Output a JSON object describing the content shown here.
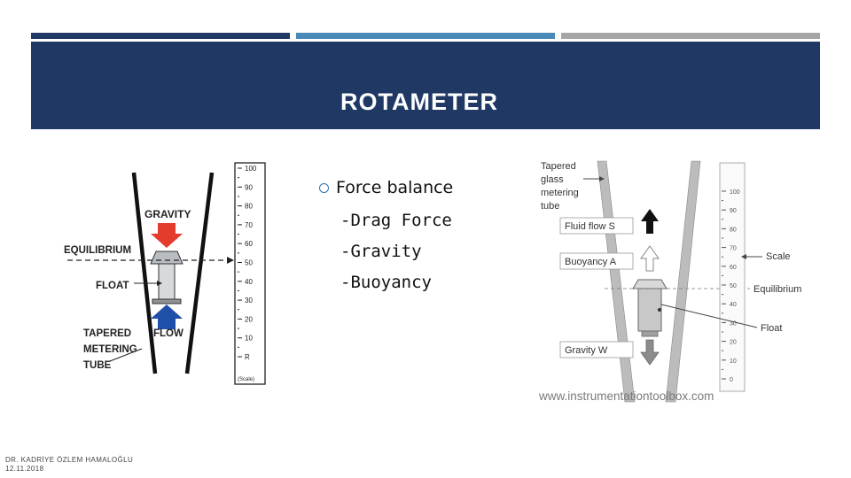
{
  "slide": {
    "title": "ROTAMETER",
    "bullet": "Force balance",
    "sub_items": [
      "-Drag Force",
      "-Gravity",
      "-Buoyancy"
    ]
  },
  "left_diagram": {
    "labels": {
      "gravity": "GRAVITY",
      "equilibrium": "EQUILIBRIUM",
      "float": "FLOAT",
      "flow": "FLOW",
      "tapered_1": "TAPERED",
      "tapered_2": "METERING",
      "tapered_3": "TUBE"
    },
    "scale_labels": [
      "100",
      "90",
      "80",
      "70",
      "60",
      "50",
      "40",
      "30",
      "20",
      "10",
      "R"
    ],
    "scale_caption": "(Scale)",
    "colors": {
      "gravity_arrow": "#e53b2c",
      "flow_arrow": "#1f4fa8"
    }
  },
  "right_diagram": {
    "labels": {
      "tapered_1": "Tapered",
      "tapered_2": "glass",
      "tapered_3": "metering",
      "tapered_4": "tube",
      "fluid_flow": "Fluid flow S",
      "buoyancy": "Buoyancy A",
      "gravity": "Gravity W",
      "scale": "Scale",
      "equilibrium": "Equilibrium",
      "float": "Float",
      "watermark": "www.instrumentationtoolbox.com"
    },
    "scale_labels": [
      "100",
      "90",
      "80",
      "70",
      "60",
      "50",
      "40",
      "30",
      "20",
      "10",
      "0"
    ]
  },
  "footer": {
    "author": "DR. KADRİYE ÖZLEM HAMALOĞLU",
    "date": "12.11.2018"
  }
}
